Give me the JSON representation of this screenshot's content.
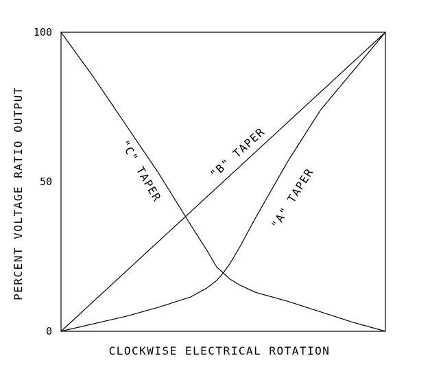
{
  "chart_data": {
    "type": "line",
    "title": "",
    "xlabel": "CLOCKWISE ELECTRICAL ROTATION",
    "ylabel": "PERCENT VOLTAGE RATIO OUTPUT",
    "xlim": [
      0,
      100
    ],
    "ylim": [
      0,
      100
    ],
    "yticks": [
      "0",
      "50",
      "100"
    ],
    "grid": false,
    "legend": "none",
    "series": [
      {
        "name": "\"C\" TAPER",
        "x": [
          0,
          10,
          20,
          30,
          40,
          45,
          48,
          50,
          52,
          55,
          60,
          70,
          80,
          90,
          100
        ],
        "y": [
          100,
          85,
          69,
          53,
          35.5,
          27,
          21.5,
          19.5,
          17.5,
          15.5,
          13,
          10,
          6.5,
          3,
          0
        ]
      },
      {
        "name": "\"B\" TAPER",
        "x": [
          0,
          100
        ],
        "y": [
          0,
          100
        ]
      },
      {
        "name": "\"A\" TAPER",
        "x": [
          0,
          20,
          30,
          40,
          45,
          48,
          50,
          52,
          55,
          60,
          70,
          80,
          90,
          100
        ],
        "y": [
          0,
          5,
          8,
          11.5,
          14.5,
          17,
          19.5,
          22.5,
          28,
          38,
          57,
          74,
          87,
          100
        ]
      }
    ]
  }
}
